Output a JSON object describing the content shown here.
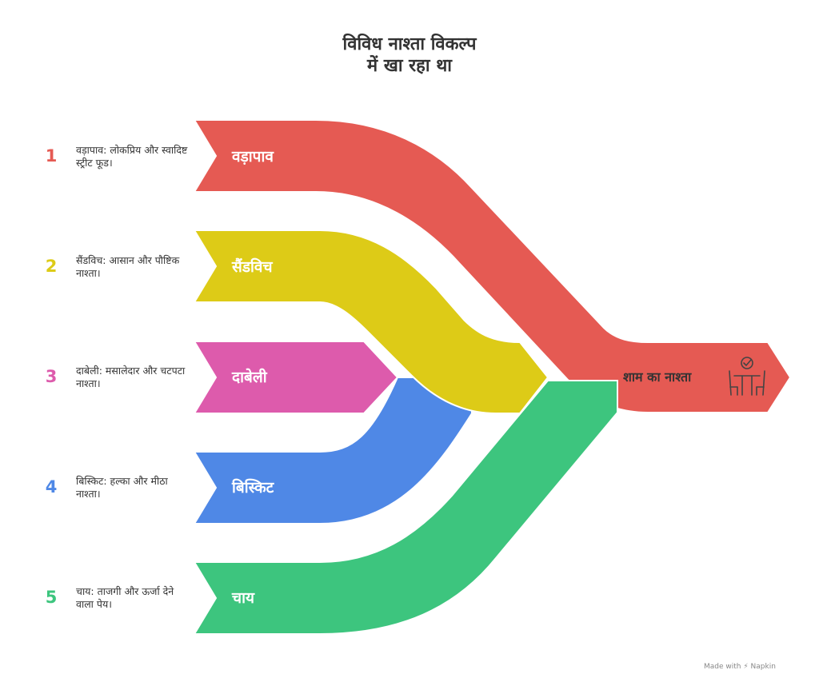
{
  "title": {
    "line1": "विविध नाश्ता विकल्प",
    "line2": "में खा रहा था"
  },
  "items": [
    {
      "number": "1",
      "label": "वड़ापाव",
      "description": "वड़ापाव: लोकप्रिय और स्वादिष्ट स्ट्रीट फूड।",
      "color": "#E55A53"
    },
    {
      "number": "2",
      "label": "सैंडविच",
      "description": "सैंडविच: आसान और पौष्टिक नाश्ता।",
      "color": "#DDCB17"
    },
    {
      "number": "3",
      "label": "दाबेली",
      "description": "दाबेली: मसालेदार और चटपटा नाश्ता।",
      "color": "#DD5BAC"
    },
    {
      "number": "4",
      "label": "बिस्किट",
      "description": "बिस्किट: हल्का और मीठा नाश्ता।",
      "color": "#4F88E6"
    },
    {
      "number": "5",
      "label": "चाय",
      "description": "चाय: ताजगी और ऊर्जा देने वाला पेय।",
      "color": "#3DC57E"
    }
  ],
  "target": {
    "label": "शाम का नाश्ता",
    "icon": "breakfast-table-icon"
  },
  "watermark": "Made with ⚡ Napkin"
}
